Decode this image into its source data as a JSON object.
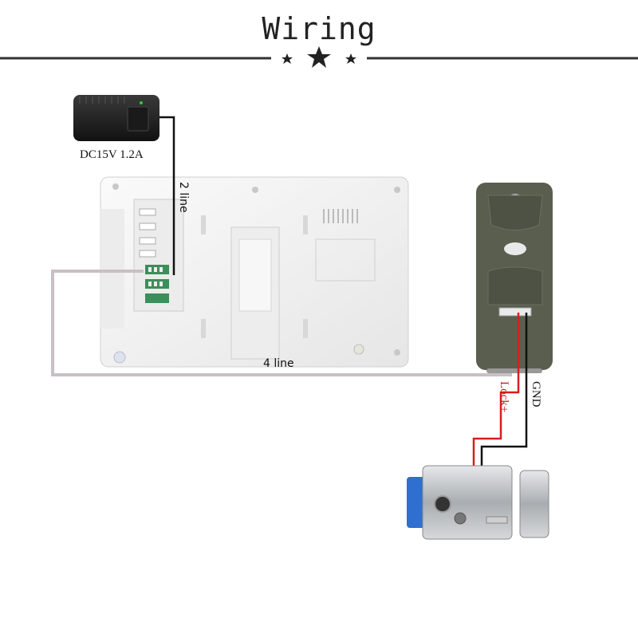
{
  "title": "Wiring",
  "labels": {
    "power_adapter": "DC15V 1.2A",
    "two_line": "2 line",
    "four_line": "4 line",
    "lock_plus": "Lock+",
    "gnd": "GND"
  },
  "colors": {
    "background": "#ffffff",
    "monitor_body": "#f2f2f2",
    "doorbell_body": "#5a5e4e",
    "lock_metal": "#b9bcbf",
    "lock_blue": "#2f6fd0",
    "wire_gray": "#c8c0c4",
    "wire_red": "#d81e1e",
    "wire_black": "#111111"
  },
  "icons": {
    "title_decoration": "star-icon"
  }
}
